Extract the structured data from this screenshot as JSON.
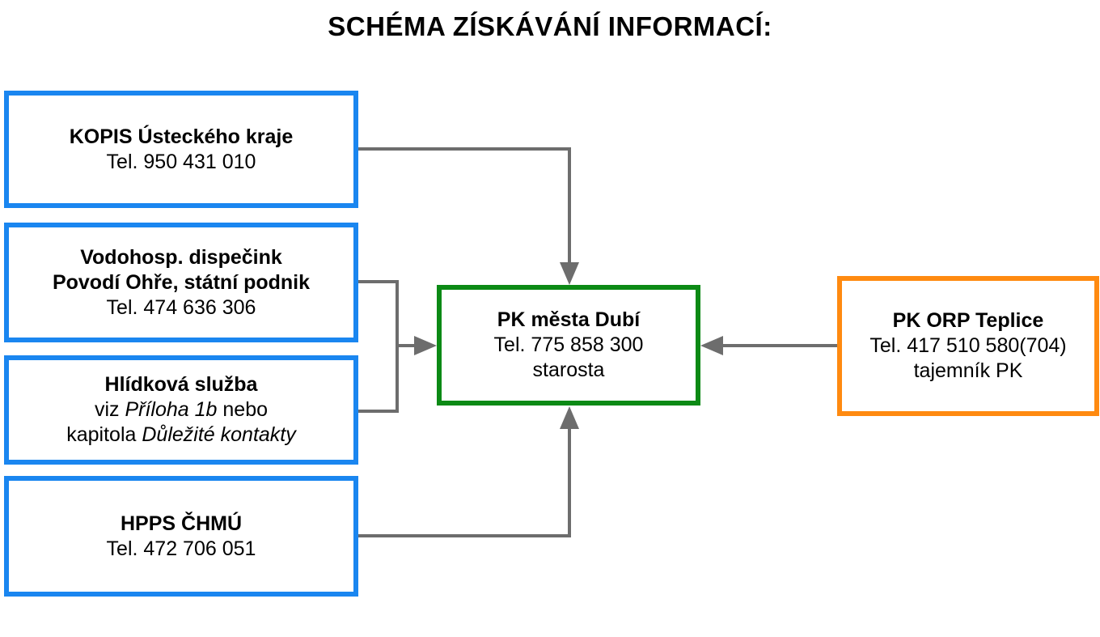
{
  "diagram": {
    "title": "SCHÉMA ZÍSKÁVÁNÍ INFORMACÍ:",
    "colors": {
      "source_border": "#1a86f0",
      "center_border": "#0c8a15",
      "orp_border": "#ff8a10",
      "connector": "#6d6d6d"
    },
    "boxes": {
      "kopis": {
        "name": "KOPIS Ústeckého kraje",
        "phone": "Tel. 950 431 010"
      },
      "vodo": {
        "name_line1": "Vodohosp. dispečink",
        "name_line2": "Povodí Ohře, státní podnik",
        "phone": "Tel. 474 636 306"
      },
      "hlidka": {
        "name": "Hlídková služba",
        "line2_prefix": "viz ",
        "line2_italic": "Příloha 1b",
        "line2_suffix": " nebo",
        "line3_prefix": "kapitola ",
        "line3_italic": "Důležité kontakty"
      },
      "hpps": {
        "name": "HPPS ČHMÚ",
        "phone": "Tel. 472 706 051"
      },
      "center": {
        "name": "PK města Dubí",
        "phone": "Tel. 775 858 300",
        "role": "starosta"
      },
      "orp": {
        "name": "PK ORP Teplice",
        "phone": "Tel. 417 510 580(704)",
        "role": "tajemník PK"
      }
    }
  }
}
